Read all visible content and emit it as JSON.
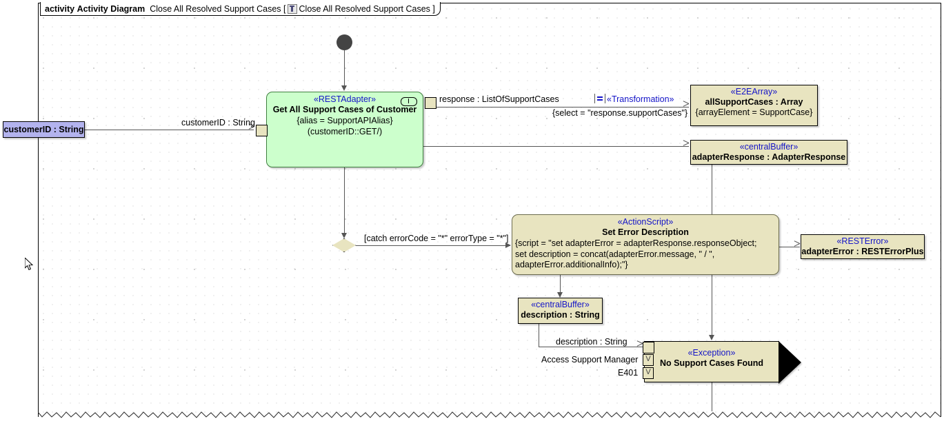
{
  "frame": {
    "keyword": "activity",
    "diagram_type": "Activity Diagram",
    "name": "Close All Resolved Support Cases",
    "bracket_open": "[",
    "icon": "diagram-icon",
    "qualified_name": "Close All Resolved Support Cases",
    "bracket_close": "]"
  },
  "nodes": {
    "initial": {
      "name": "initial-node"
    },
    "param_customerid": {
      "label": "customerID : String",
      "color": "#b3b3ee"
    },
    "rest_adapter": {
      "stereotype": "«RESTAdapter»",
      "name": "Get All Support Cases of Customer",
      "alias": "{alias = SupportAPIAlias}",
      "operation": "(customerID::GET/)",
      "color": "#ccffcc",
      "rake_icon": "call-behavior-icon"
    },
    "e2e_array": {
      "stereotype": "«E2EArray»",
      "name": "allSupportCases : Array",
      "property": "{arrayElement = SupportCase}",
      "color": "#e8e4c0"
    },
    "adapter_response": {
      "stereotype": "«centralBuffer»",
      "name": "adapterResponse : AdapterResponse",
      "color": "#e8e4c0"
    },
    "action_script": {
      "stereotype": "«ActionScript»",
      "name": "Set Error Description",
      "script": "{script = \"set adapterError = adapterResponse.responseObject;\nset description = concat(adapterError.message, \" / \",\nadapterError.additionalInfo);\"}",
      "color": "#e8e4c0"
    },
    "rest_error": {
      "stereotype": "«RESTError»",
      "name": "adapterError : RESTErrorPlus",
      "color": "#e8e4c0"
    },
    "description_buffer": {
      "stereotype": "«centralBuffer»",
      "name": "description : String",
      "color": "#e8e4c0"
    },
    "exception": {
      "stereotype": "«Exception»",
      "name": "No Support Cases Found",
      "color": "#e8e4c0"
    },
    "decision": {
      "name": "decision-node"
    }
  },
  "edges": {
    "customerid_flow": "customerID : String",
    "response_flow": "response : ListOfSupportCases",
    "transformation_stereotype": "«Transformation»",
    "transformation_select": "{select = \"response.supportCases\"}",
    "catch_guard": "[catch errorCode = \"*\" errorType = \"*\"]",
    "description_flow": "description : String",
    "access_pin": "Access Support Manager",
    "error_code_pin": "E401",
    "pin_glyph": "V"
  },
  "cursor": {
    "name": "mouse-pointer"
  }
}
